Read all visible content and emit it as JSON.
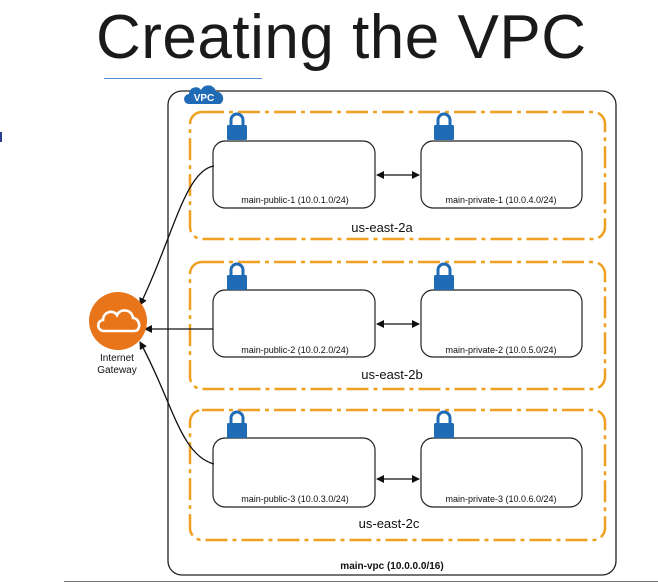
{
  "title": "Creating the VPC",
  "vpc": {
    "badge": "VPC",
    "label": "main-vpc (10.0.0.0/16)"
  },
  "gateway": {
    "line1": "Internet",
    "line2": "Gateway"
  },
  "zones": [
    {
      "name": "us-east-2a",
      "public": "main-public-1 (10.0.1.0/24)",
      "private": "main-private-1 (10.0.4.0/24)"
    },
    {
      "name": "us-east-2b",
      "public": "main-public-2 (10.0.2.0/24)",
      "private": "main-private-2 (10.0.5.0/24)"
    },
    {
      "name": "us-east-2c",
      "public": "main-public-3 (10.0.3.0/24)",
      "private": "main-private-3 (10.0.6.0/24)"
    }
  ],
  "colors": {
    "zone_border": "#f0a020",
    "lock": "#1f6bb5",
    "gateway": "#e8751a",
    "vpc_badge": "#1f6bb5"
  }
}
